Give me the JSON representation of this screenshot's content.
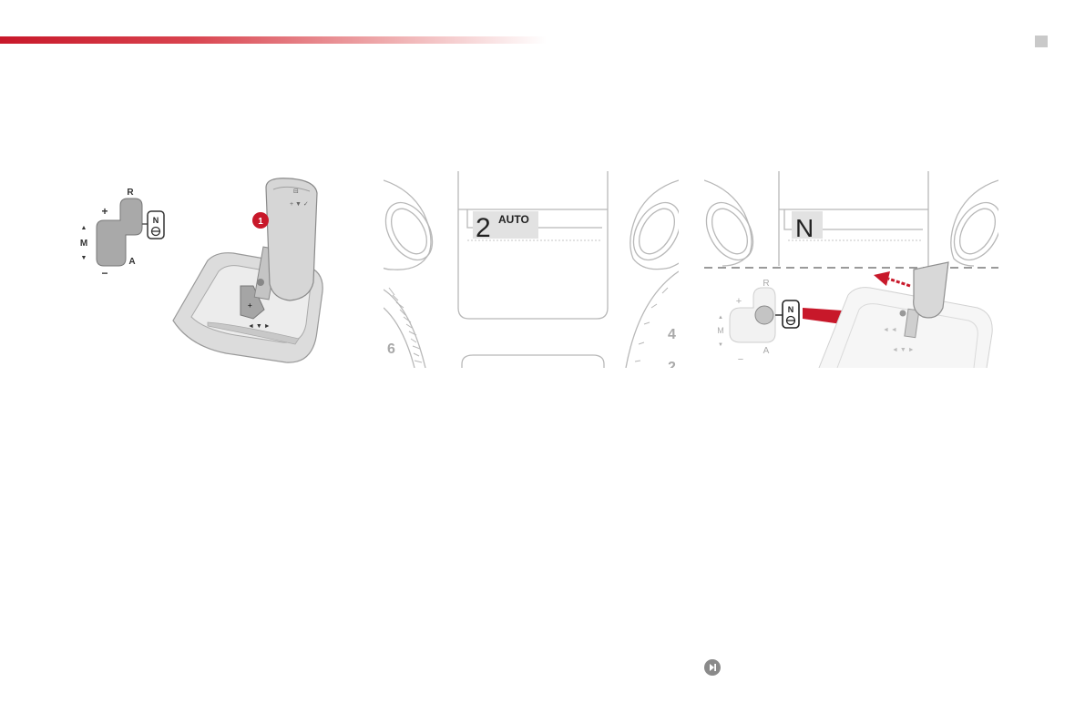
{
  "header": {
    "accent_color": "#c8182a"
  },
  "figures": {
    "lever": {
      "gate_labels": {
        "r": "R",
        "plus": "+",
        "m": "M",
        "minus": "−",
        "a": "A",
        "n": "N"
      },
      "callout_number": "1"
    },
    "cluster": {
      "gear_display": "2",
      "mode_display": "AUTO",
      "dial_left_number": "6",
      "dial_right_number": "4",
      "dial_right_number_2": "2"
    },
    "neutral": {
      "gear_display": "N",
      "gate_labels": {
        "r": "R",
        "plus": "+",
        "m": "M",
        "minus": "−",
        "a": "A",
        "n": "N"
      }
    }
  },
  "navigation": {
    "next_icon": "next-page-icon"
  }
}
